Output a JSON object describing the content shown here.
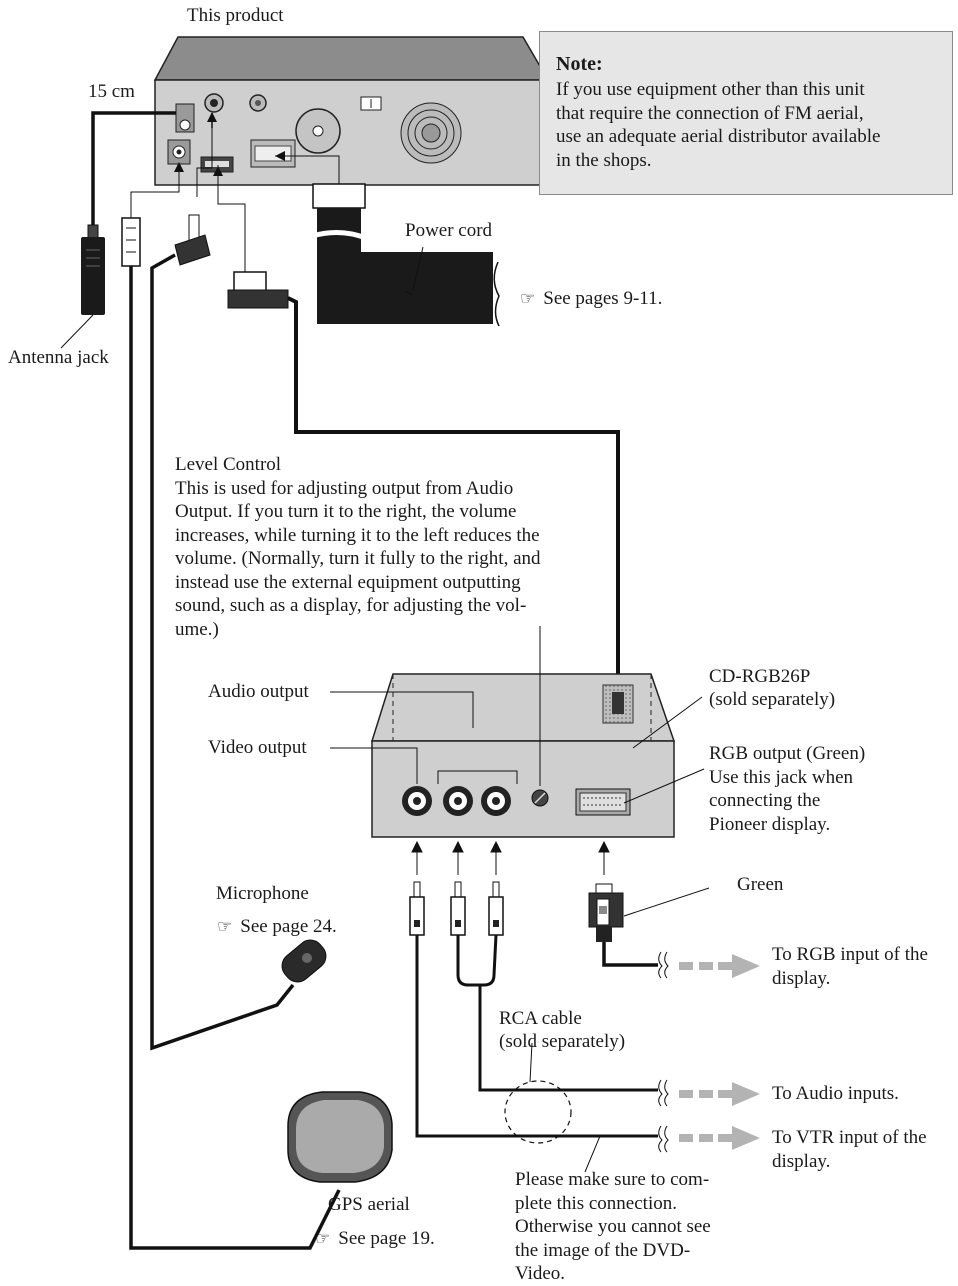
{
  "labels": {
    "this_product": "This product",
    "length_15cm": "15 cm",
    "antenna_jack": "Antenna jack",
    "power_cord": "Power cord",
    "see_pages_9_11": "See pages 9-11.",
    "audio_output": "Audio output",
    "video_output": "Video output",
    "microphone": "Microphone",
    "see_page_24": "See page 24.",
    "rca_cable": "RCA cable",
    "rca_sold": "(sold separately)",
    "gps_aerial": "GPS aerial",
    "see_page_19": "See page 19.",
    "green": "Green",
    "unit_model": "CD-RGB26P",
    "unit_sold": "(sold separately)",
    "rgb_input": [
      "To RGB input of the",
      "display."
    ],
    "audio_inputs": "To Audio inputs.",
    "vtr_input": [
      "To VTR input of the",
      "display."
    ]
  },
  "note": {
    "title": "Note:",
    "lines": [
      "If you use equipment other than this unit",
      "that require the connection of FM aerial,",
      "use an adequate aerial distributor available",
      "in the shops."
    ]
  },
  "level_control": {
    "lines": [
      "Level Control",
      "This is used for adjusting output from Audio",
      "Output. If you turn it to the right, the volume",
      "increases, while turning it to the left reduces the",
      "volume. (Normally, turn it fully to the right, and",
      "instead use the external equipment outputting",
      "sound, such as a display, for adjusting the vol-",
      "ume.)"
    ]
  },
  "rgb_output": {
    "lines": [
      "RGB output (Green)",
      "Use this jack when",
      "connecting the",
      "Pioneer display."
    ]
  },
  "warning": {
    "lines": [
      "Please make sure to com-",
      "plete this connection.",
      "Otherwise you cannot see",
      "the image of the DVD-",
      "Video."
    ]
  },
  "icons": {
    "reference": "reference-hand-icon"
  },
  "colors": {
    "note_bg": "#e6e6e6",
    "device_fill": "#cfcfcf",
    "cable": "#111111",
    "arrow_gray": "#b3b3b3"
  }
}
